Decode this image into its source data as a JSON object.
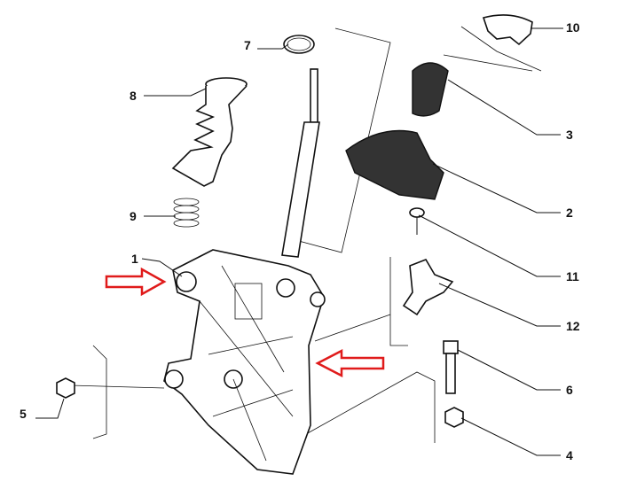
{
  "diagram": {
    "callouts": [
      {
        "id": "1",
        "text": "1"
      },
      {
        "id": "2",
        "text": "2"
      },
      {
        "id": "3",
        "text": "3"
      },
      {
        "id": "4",
        "text": "4"
      },
      {
        "id": "5",
        "text": "5"
      },
      {
        "id": "6",
        "text": "6"
      },
      {
        "id": "7",
        "text": "7"
      },
      {
        "id": "8",
        "text": "8"
      },
      {
        "id": "9",
        "text": "9"
      },
      {
        "id": "10",
        "text": "10"
      },
      {
        "id": "11",
        "text": "11"
      },
      {
        "id": "12",
        "text": "12"
      }
    ],
    "arrow_color": "#e01b1b"
  }
}
